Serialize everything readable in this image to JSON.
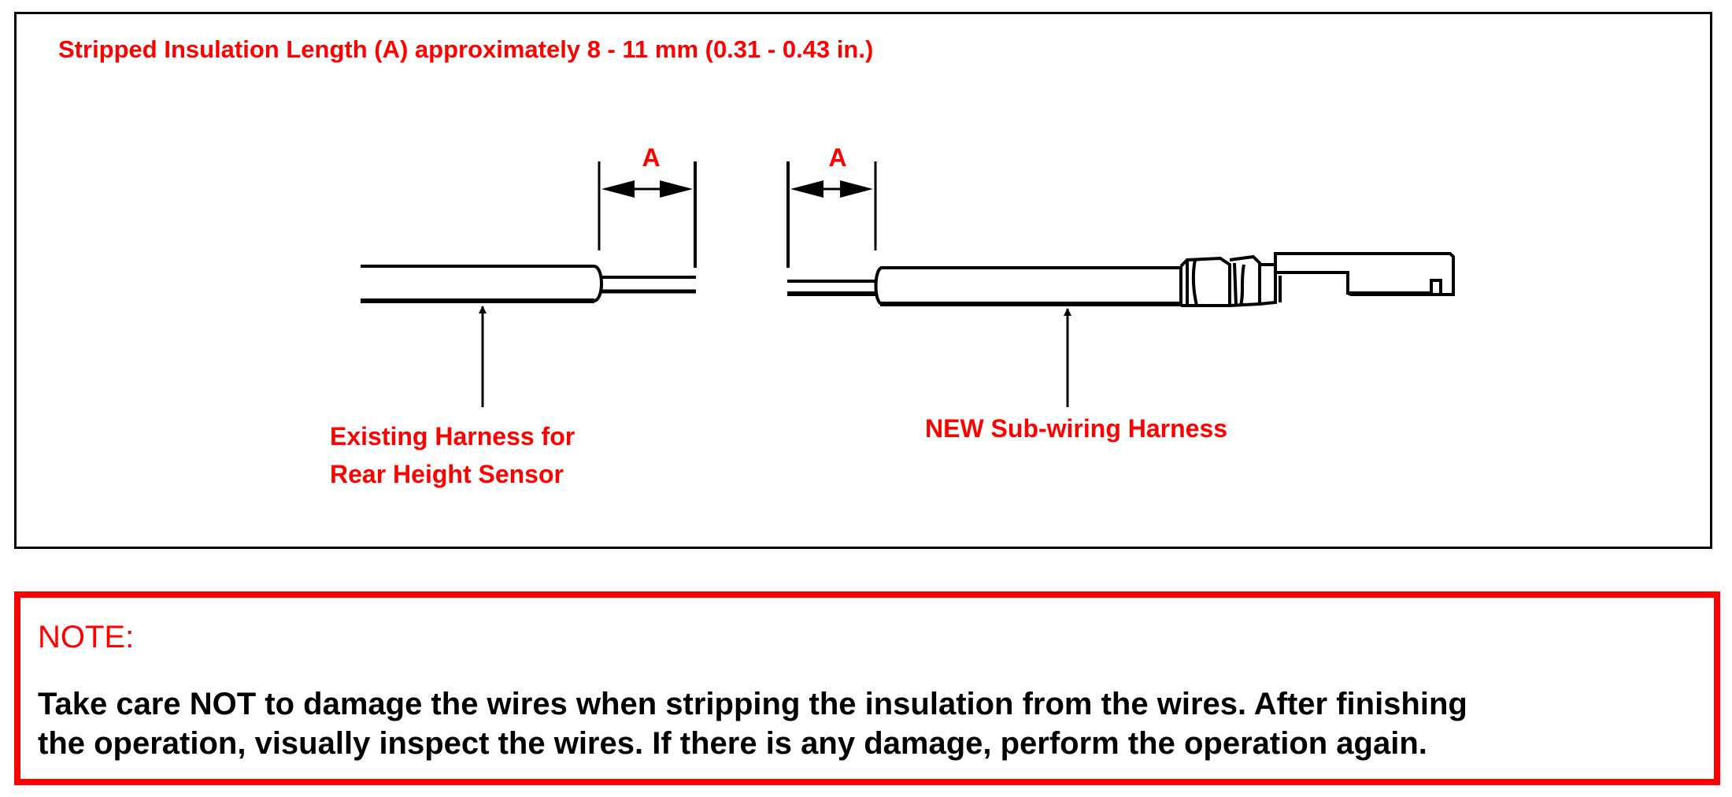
{
  "heading": "Stripped Insulation Length (A) approximately 8 - 11 mm (0.31 - 0.43 in.)",
  "dimension_label_left": "A",
  "dimension_label_right": "A",
  "labels": {
    "existing_harness": [
      "Existing Harness for",
      "Rear Height Sensor"
    ],
    "new_harness": "NEW Sub-wiring Harness"
  },
  "note": {
    "title": "NOTE:",
    "lines": [
      "Take care NOT to damage the wires when stripping the insulation from the wires.  After finishing",
      "the operation, visually inspect the wires. If there is any damage, perform the operation again."
    ]
  },
  "colors": {
    "accent": "#ff0000",
    "line": "#000000"
  }
}
